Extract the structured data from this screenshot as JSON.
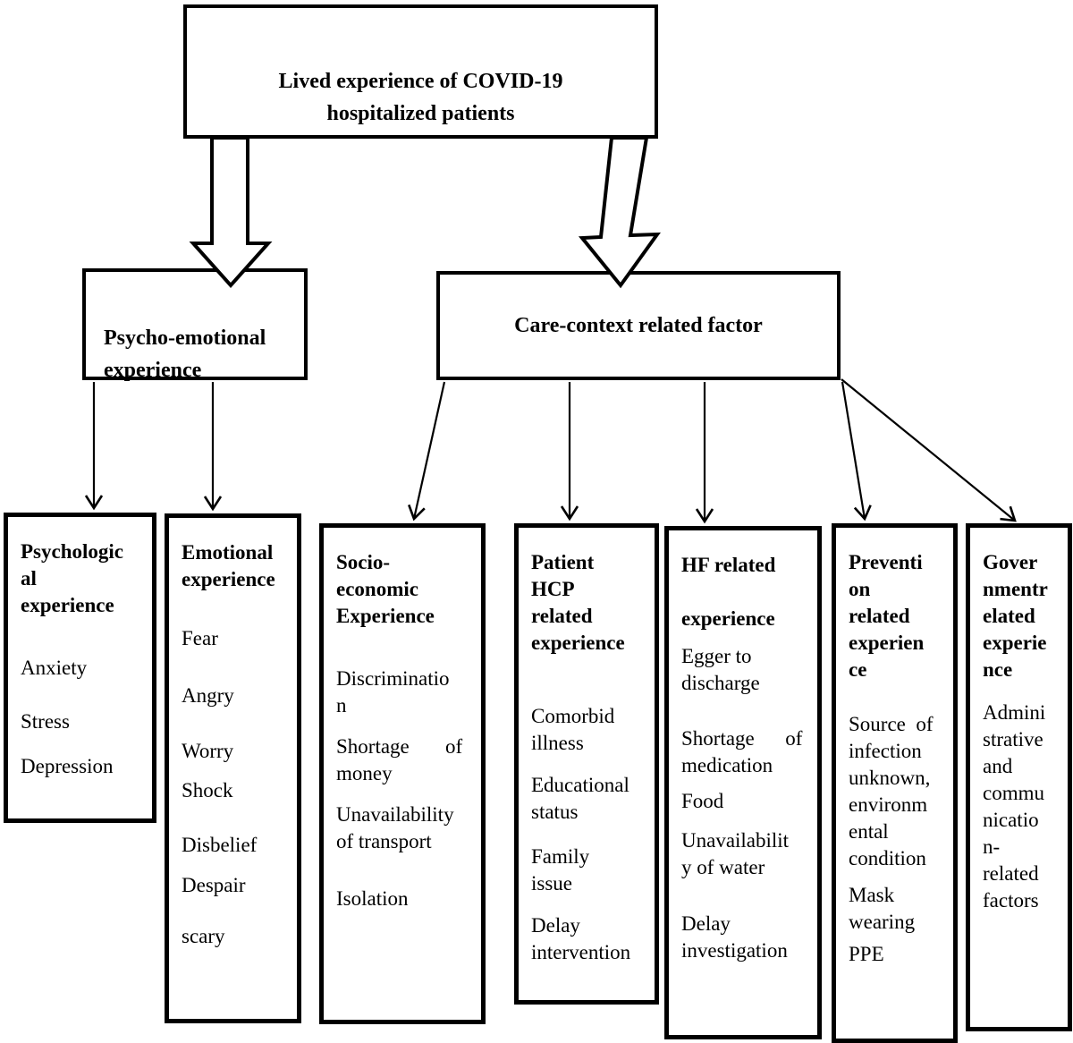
{
  "diagram": {
    "root": "Lived experience of COVID-19\nhospitalized patients",
    "branches": {
      "psycho": "Psycho-emotional\nexperience",
      "care": "Care-context related factor"
    },
    "boxes": [
      {
        "header": "Psychologic\nal\nexperience",
        "items": [
          "Anxiety",
          "Stress",
          "Depression"
        ]
      },
      {
        "header": "Emotional\nexperience",
        "items": [
          "Fear",
          "Angry",
          "Worry",
          "Shock",
          "Disbelief",
          "Despair",
          "scary"
        ]
      },
      {
        "header": "Socio-\neconomic\nExperience",
        "items": [
          "Discriminatio\nn",
          "Shortage       of\nmoney",
          "Unavailability\nof transport",
          "Isolation"
        ]
      },
      {
        "header": "Patient\nHCP\nrelated\nexperience",
        "items": [
          "Comorbid\nillness",
          "Educational\nstatus",
          "Family\nissue",
          "Delay\nintervention"
        ]
      },
      {
        "header": "HF related\n\nexperience",
        "items": [
          "Egger to\ndischarge",
          "Shortage      of\nmedication",
          "Food",
          "Unavailabilit\ny of water",
          "Delay\ninvestigation"
        ]
      },
      {
        "header": "Preventi\non\nrelated\nexperien\nce",
        "items": [
          "Source  of\ninfection\nunknown,\nenvironm\nental\ncondition",
          "Mask\nwearing",
          "PPE"
        ]
      },
      {
        "header": "Gover\nnmentr\nelated\nexperie\nnce",
        "items": [
          "Admini\nstrative\nand\ncommu\nnicatio\nn-\nrelated\nfactors"
        ]
      }
    ],
    "colors": {
      "line": "#000000",
      "fill": "#ffffff",
      "text": "#000000"
    }
  }
}
